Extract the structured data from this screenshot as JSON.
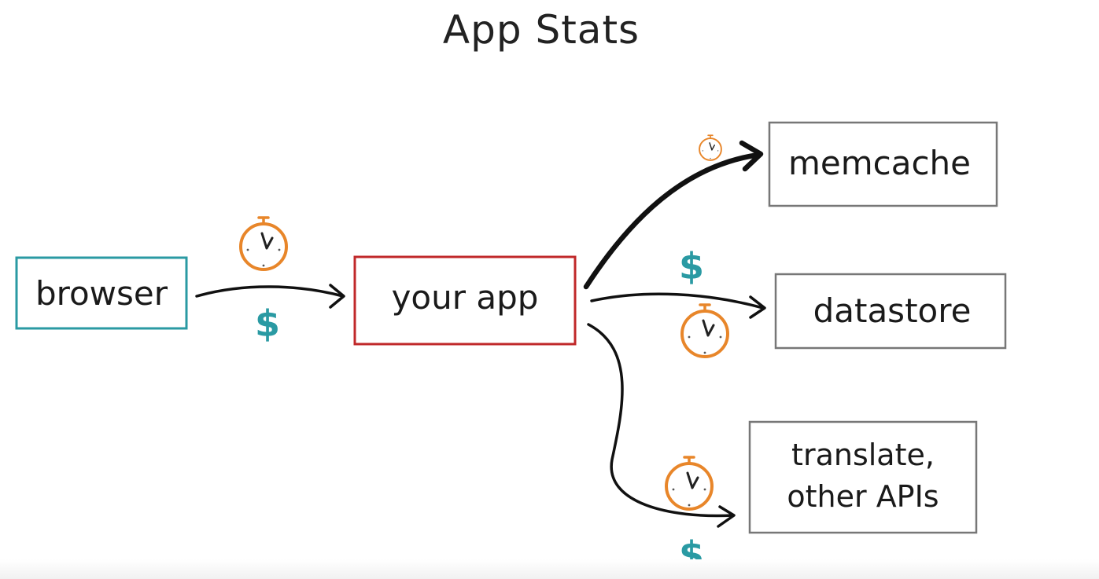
{
  "title": "App Stats",
  "nodes": {
    "browser": "browser",
    "your_app": "your app",
    "memcache": "memcache",
    "datastore": "datastore",
    "translate_line1": "translate,",
    "translate_line2": "other APIs"
  },
  "symbols": {
    "cost": "$"
  },
  "icons": {
    "timer": "stopwatch-icon",
    "cost": "dollar-sign"
  },
  "colors": {
    "browser_border": "#2a9aa3",
    "your_app_border": "#c0282a",
    "service_border": "#777777",
    "timer": "#e8862a",
    "dollar": "#2a9aa3",
    "arrow": "#111111"
  }
}
